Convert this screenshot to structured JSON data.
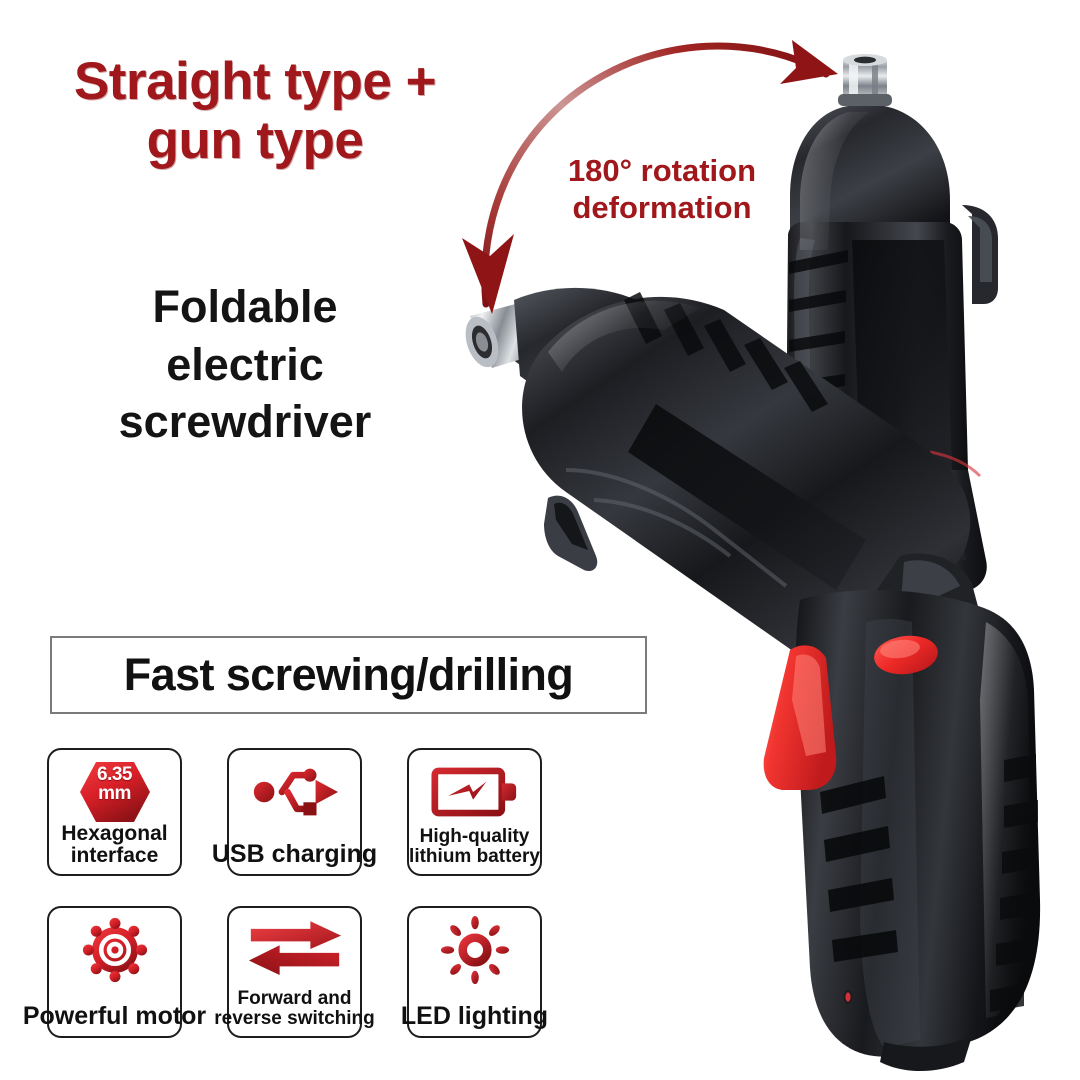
{
  "headline": {
    "text": "Straight type +\ngun type",
    "color": "#A0181B"
  },
  "subhead": {
    "text": "Foldable\nelectric\nscrewdriver",
    "color": "#141414"
  },
  "rotation_callout": {
    "text": "180° rotation\ndeformation",
    "color": "#A0181B",
    "arrow": "double-headed-curved-arrow"
  },
  "banner": {
    "text": "Fast screwing/drilling",
    "border_color": "#7b7b7b",
    "text_color": "#111111"
  },
  "features": [
    {
      "icon": "hexagon-icon",
      "icon_text": "6.35\nmm",
      "label": "Hexagonal\ninterface",
      "color": "#D4202A"
    },
    {
      "icon": "usb-icon",
      "icon_text": "",
      "label": "USB charging",
      "color": "#C41E26"
    },
    {
      "icon": "battery-icon",
      "icon_text": "",
      "label": "High-quality\nlithium battery",
      "color": "#C4202A"
    },
    {
      "icon": "gear-motor-icon",
      "icon_text": "",
      "label": "Powerful motor",
      "color": "#D8232E"
    },
    {
      "icon": "forward-reverse-arrows-icon",
      "icon_text": "",
      "label": "Forward and\nreverse switching",
      "color": "#D8232E"
    },
    {
      "icon": "led-light-icon",
      "icon_text": "",
      "label": "LED lighting",
      "color": "#C8202A"
    }
  ],
  "product": {
    "name": "Foldable electric screwdriver",
    "body_color": "#232326",
    "accent_color": "#E8252B",
    "chuck_color": "#c9ccd0",
    "views": [
      {
        "name": "straight-type-unit",
        "position": "top-right"
      },
      {
        "name": "gun-type-unit",
        "position": "center-right"
      }
    ],
    "parts": [
      "hex-chuck-straight",
      "hex-chuck-gun",
      "body-straight",
      "body-gun",
      "grip-handle",
      "trigger-button",
      "direction-button",
      "led-indicator",
      "belt-clip"
    ]
  },
  "background_color": "#ffffff"
}
